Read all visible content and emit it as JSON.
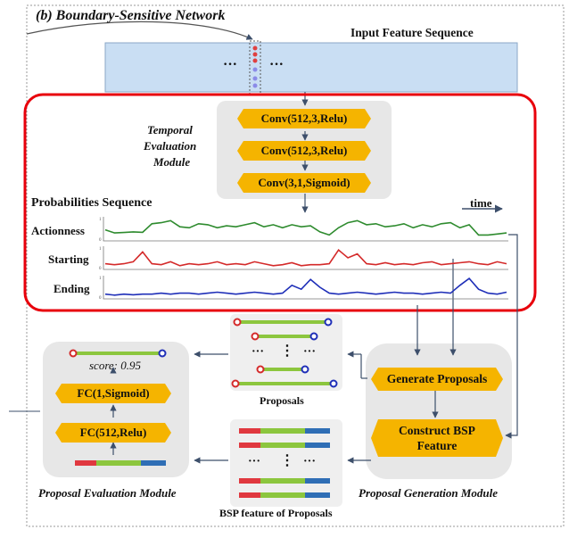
{
  "header": {
    "title": "(b) Boundary-Sensitive Network"
  },
  "input": {
    "label": "Input Feature Sequence",
    "ellipsis_left": "···",
    "ellipsis_right": "···"
  },
  "tem": {
    "label_line1": "Temporal",
    "label_line2": "Evaluation",
    "label_line3": "Module",
    "layers": [
      "Conv(512,3,Relu)",
      "Conv(512,3,Relu)",
      "Conv(3,1,Sigmoid)"
    ]
  },
  "prob": {
    "title": "Probabilities  Sequence",
    "time_label": "time",
    "rows": [
      {
        "name": "Actionness",
        "color": "#2e8b2e",
        "values": [
          0.45,
          0.3,
          0.32,
          0.35,
          0.33,
          0.75,
          0.8,
          0.9,
          0.6,
          0.55,
          0.75,
          0.7,
          0.55,
          0.65,
          0.6,
          0.7,
          0.8,
          0.6,
          0.7,
          0.55,
          0.7,
          0.6,
          0.65,
          0.35,
          0.2,
          0.55,
          0.8,
          0.9,
          0.7,
          0.75,
          0.6,
          0.65,
          0.75,
          0.55,
          0.7,
          0.6,
          0.75,
          0.8,
          0.55,
          0.7,
          0.2,
          0.2,
          0.25,
          0.3
        ]
      },
      {
        "name": "Starting",
        "color": "#d42a2a",
        "values": [
          0.2,
          0.15,
          0.2,
          0.3,
          0.8,
          0.2,
          0.15,
          0.3,
          0.1,
          0.2,
          0.15,
          0.2,
          0.3,
          0.15,
          0.2,
          0.15,
          0.3,
          0.2,
          0.1,
          0.15,
          0.25,
          0.1,
          0.15,
          0.15,
          0.2,
          0.9,
          0.5,
          0.7,
          0.2,
          0.15,
          0.25,
          0.15,
          0.2,
          0.15,
          0.25,
          0.3,
          0.15,
          0.2,
          0.25,
          0.3,
          0.2,
          0.15,
          0.3,
          0.2
        ]
      },
      {
        "name": "Ending",
        "color": "#1f2fb8",
        "values": [
          0.15,
          0.1,
          0.15,
          0.12,
          0.15,
          0.15,
          0.2,
          0.15,
          0.2,
          0.2,
          0.15,
          0.2,
          0.25,
          0.2,
          0.15,
          0.2,
          0.25,
          0.2,
          0.15,
          0.2,
          0.6,
          0.4,
          0.9,
          0.5,
          0.2,
          0.15,
          0.2,
          0.25,
          0.2,
          0.15,
          0.2,
          0.25,
          0.2,
          0.2,
          0.15,
          0.2,
          0.25,
          0.2,
          0.6,
          0.95,
          0.4,
          0.2,
          0.15,
          0.25
        ]
      }
    ],
    "axis_top": "1",
    "axis_bottom": "0"
  },
  "pgm": {
    "generate_label": "Generate Proposals",
    "construct_line1": "Construct BSP",
    "construct_line2": "Feature",
    "module_label": "Proposal Generation Module"
  },
  "proposals": {
    "label": "Proposals",
    "ellipsis": "···",
    "vdots": "⋮"
  },
  "bsp": {
    "label": "BSP feature of Proposals",
    "ellipsis": "···",
    "vdots": "⋮"
  },
  "pem": {
    "score": "score: 0.95",
    "layers": [
      "FC(1,Sigmoid)",
      "FC(512,Relu)"
    ],
    "module_label": "Proposal Evaluation Module"
  },
  "colors": {
    "accent_red": "#e8000b",
    "input_blue": "#c9def3",
    "conv_yellow": "#f5b400",
    "seg_green": "#8cc63e",
    "seg_red": "#e0383f",
    "seg_blue": "#2f6eb5"
  }
}
